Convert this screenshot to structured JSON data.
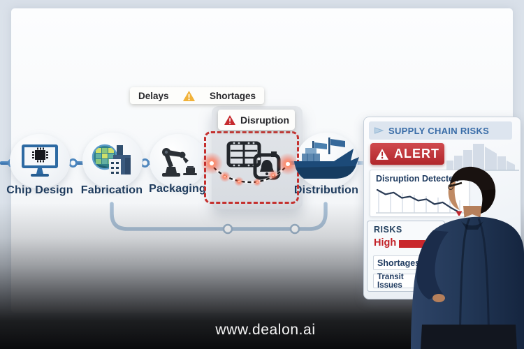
{
  "brand": {
    "website": "www.dealon.ai"
  },
  "badges": {
    "delays": {
      "label": "Delays"
    },
    "shortages": {
      "label": "Shortages"
    },
    "disruption": {
      "label": "Disruption"
    }
  },
  "pipeline": {
    "stages": [
      {
        "label": "Chip Design",
        "icon": "monitor-chip-icon"
      },
      {
        "label": "Fabrication",
        "icon": "wafer-factory-icon"
      },
      {
        "label": "Packaging",
        "icon": "robot-arm-icon"
      },
      {
        "label": "Distribution",
        "icon": "cargo-ship-icon"
      }
    ],
    "disrupted_segment": "Packaging → Distribution",
    "bypass_route": "Fabrication → Distribution"
  },
  "panel": {
    "title": "SUPPLY CHAIN RISKS",
    "alert": {
      "label": "ALERT"
    },
    "disruption_card": {
      "title": "Disruption Detected"
    },
    "risks": {
      "title": "RISKS",
      "items": [
        {
          "label": "High",
          "indicator": "progress-bar",
          "level": 0.67
        },
        {
          "label": "Shortages",
          "indicator": "exclamation",
          "badge": "!"
        },
        {
          "label": "Transit Issues",
          "indicator": "truck-icon"
        }
      ]
    }
  },
  "chart_data": {
    "type": "line",
    "title": "Disruption Detected",
    "x": [
      1,
      2,
      3,
      4,
      5,
      6,
      7,
      8,
      9,
      10,
      11
    ],
    "values": [
      78,
      68,
      72,
      60,
      63,
      54,
      57,
      46,
      50,
      38,
      28
    ],
    "line_color": "#2a3b55",
    "grid": "vertical-light",
    "marker": {
      "shape": "triangle",
      "color": "#c1272d",
      "position": "end"
    },
    "axis_labels": "none"
  },
  "colors": {
    "alert_red": "#b4282d",
    "dashed_border_red": "#c5302e",
    "warning_yellow": "#f1b23a",
    "pipeline_blue": "#3a79b6",
    "bypass_gray_blue": "#a9c0d6",
    "label_navy": "#1d3a5c",
    "panel_title_blue": "#3a6da8",
    "risk_bar_red": "#c9272c",
    "risk_bar_orange": "#f0912d",
    "suit_navy": "#223655",
    "footer_black": "#0c0d0f"
  }
}
